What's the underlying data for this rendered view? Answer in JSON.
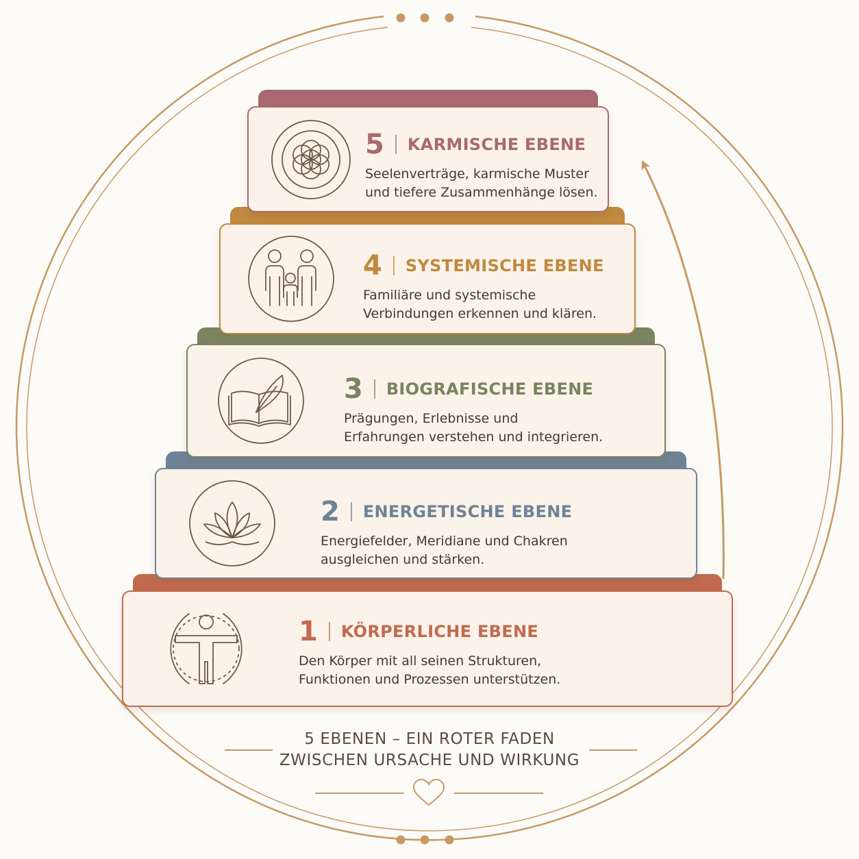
{
  "levels": [
    {
      "number": "1",
      "title": "KÖRPERLICHE EBENE",
      "description": "Den Körper mit all seinen Strukturen,\nFunktionen und Prozessen unterstützen.",
      "color": "#c26a4f",
      "icon": "human-figure-icon"
    },
    {
      "number": "2",
      "title": "ENERGETISCHE EBENE",
      "description": "Energiefelder, Meridiane und Chakren\nausgleichen und stärken.",
      "color": "#6f8396",
      "icon": "lotus-icon"
    },
    {
      "number": "3",
      "title": "BIOGRAFISCHE EBENE",
      "description": "Prägungen, Erlebnisse und\nErfahrungen verstehen und integrieren.",
      "color": "#7a8460",
      "icon": "book-feather-icon"
    },
    {
      "number": "4",
      "title": "SYSTEMISCHE EBENE",
      "description": "Familiäre und systemische\nVerbindungen erkennen und klären.",
      "color": "#c0893f",
      "icon": "family-icon"
    },
    {
      "number": "5",
      "title": "KARMISCHE EBENE",
      "description": "Seelenverträge, karmische Muster\nund tiefere Zusammenhänge lösen.",
      "color": "#a86a6f",
      "icon": "flower-of-life-icon"
    }
  ],
  "tagline": {
    "line1": "5 EBENEN – EIN ROTER FADEN",
    "line2": "ZWISCHEN URSACHE UND WIRKUNG"
  },
  "colors": {
    "gold": "#c59a63",
    "icon_stroke": "#6e5a4a",
    "card": "#fbf3ea"
  }
}
